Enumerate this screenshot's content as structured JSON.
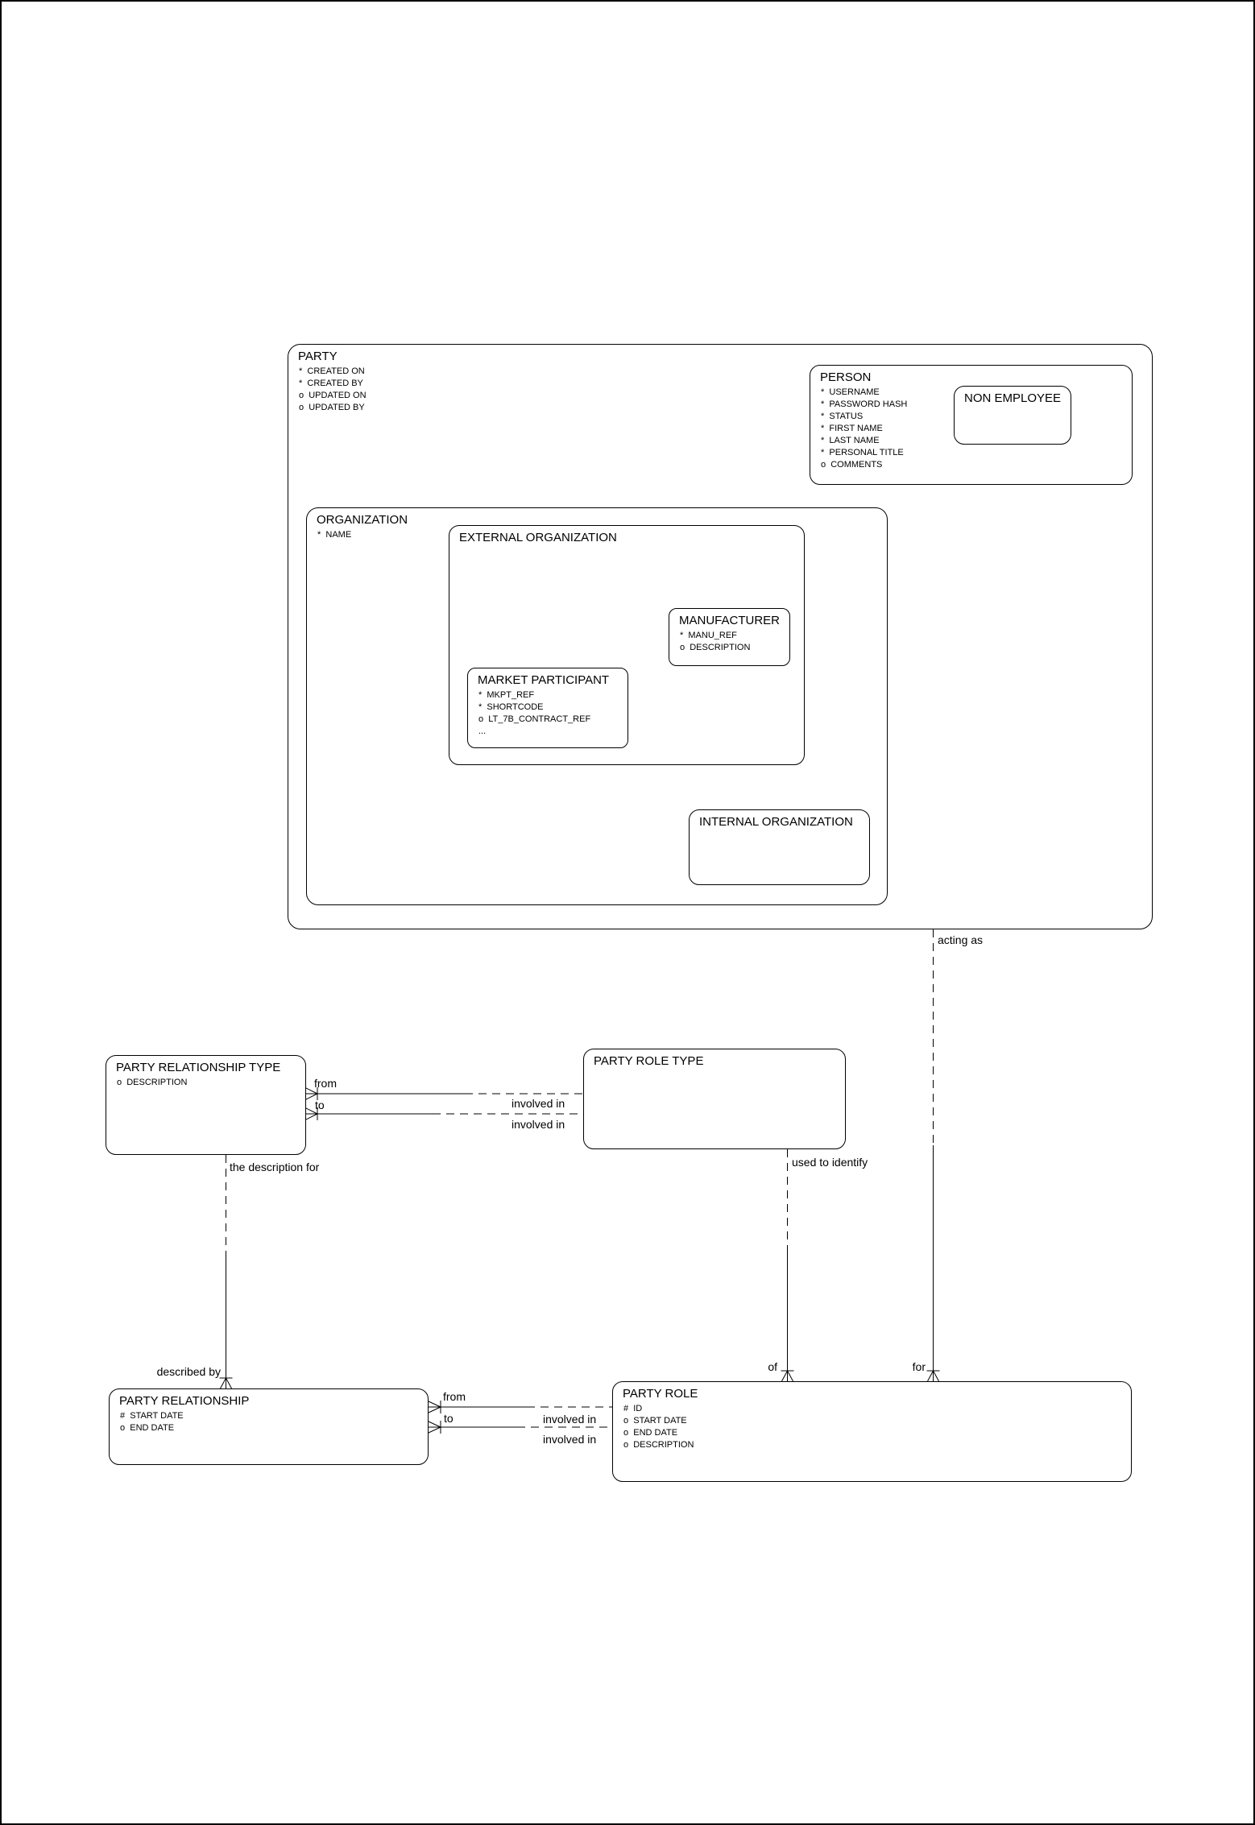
{
  "canvas": {
    "background": "#ffffff",
    "line_color": "#000000"
  },
  "entities": {
    "party": {
      "title": "PARTY",
      "attrs": [
        "*  CREATED ON",
        "*  CREATED BY",
        "o  UPDATED ON",
        "o  UPDATED BY"
      ]
    },
    "person": {
      "title": "PERSON",
      "attrs": [
        "*  USERNAME",
        "*  PASSWORD HASH",
        "*  STATUS",
        "*  FIRST NAME",
        "*  LAST NAME",
        "*  PERSONAL TITLE",
        "o  COMMENTS"
      ]
    },
    "non_employee": {
      "title": "NON EMPLOYEE"
    },
    "organization": {
      "title": "ORGANIZATION",
      "attrs": [
        "*  NAME"
      ]
    },
    "external_organization": {
      "title": "EXTERNAL ORGANIZATION"
    },
    "manufacturer": {
      "title": "MANUFACTURER",
      "attrs": [
        "*  MANU_REF",
        "o  DESCRIPTION"
      ]
    },
    "market_participant": {
      "title": "MARKET PARTICIPANT",
      "attrs": [
        "*  MKPT_REF",
        "*  SHORTCODE",
        "o  LT_7B_CONTRACT_REF",
        "..."
      ]
    },
    "internal_organization": {
      "title": "INTERNAL ORGANIZATION"
    },
    "party_relationship_type": {
      "title": "PARTY RELATIONSHIP TYPE",
      "attrs": [
        "o  DESCRIPTION"
      ]
    },
    "party_role_type": {
      "title": "PARTY ROLE TYPE"
    },
    "party_relationship": {
      "title": "PARTY RELATIONSHIP",
      "attrs": [
        "#  START DATE",
        "o  END DATE"
      ]
    },
    "party_role": {
      "title": "PARTY ROLE",
      "attrs": [
        "#  ID",
        "o  START DATE",
        "o  END DATE",
        "o  DESCRIPTION"
      ]
    }
  },
  "relationships": {
    "acting_as": "acting as",
    "for_label": "for",
    "of_label": "of",
    "used_to_identify": "used to identify",
    "the_description_for": "the description for",
    "described_by": "described by",
    "type_from": "from",
    "type_to": "to",
    "type_involved_in_1": "involved in",
    "type_involved_in_2": "involved in",
    "rel_from": "from",
    "rel_to": "to",
    "rel_involved_in_1": "involved in",
    "rel_involved_in_2": "involved in"
  }
}
